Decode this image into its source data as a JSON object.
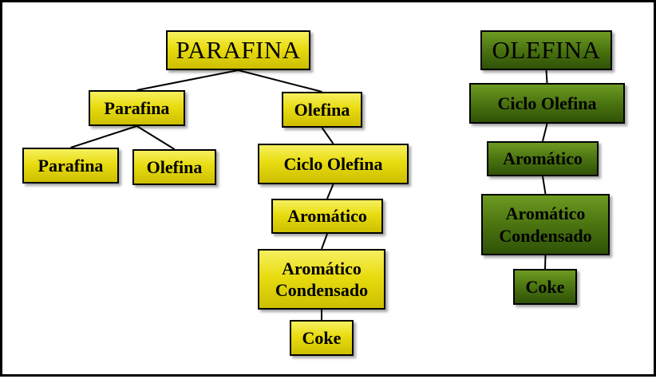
{
  "colors": {
    "yellow": "#e8dc10",
    "green": "#4b7410",
    "border": "#000000"
  },
  "left_tree": {
    "root": "PARAFINA",
    "child_parafina": "Parafina",
    "grandchild_parafina": "Parafina",
    "grandchild_olefina": "Olefina",
    "child_olefina": "Olefina",
    "ciclo_olefina": "Ciclo Olefina",
    "aromatico": "Aromático",
    "aromatico_condensado": "Aromático\nCondensado",
    "coke": "Coke"
  },
  "right_tree": {
    "root": "OLEFINA",
    "ciclo_olefina": "Ciclo Olefina",
    "aromatico": "Aromático",
    "aromatico_condensado": "Aromático\nCondensado",
    "coke": "Coke"
  }
}
